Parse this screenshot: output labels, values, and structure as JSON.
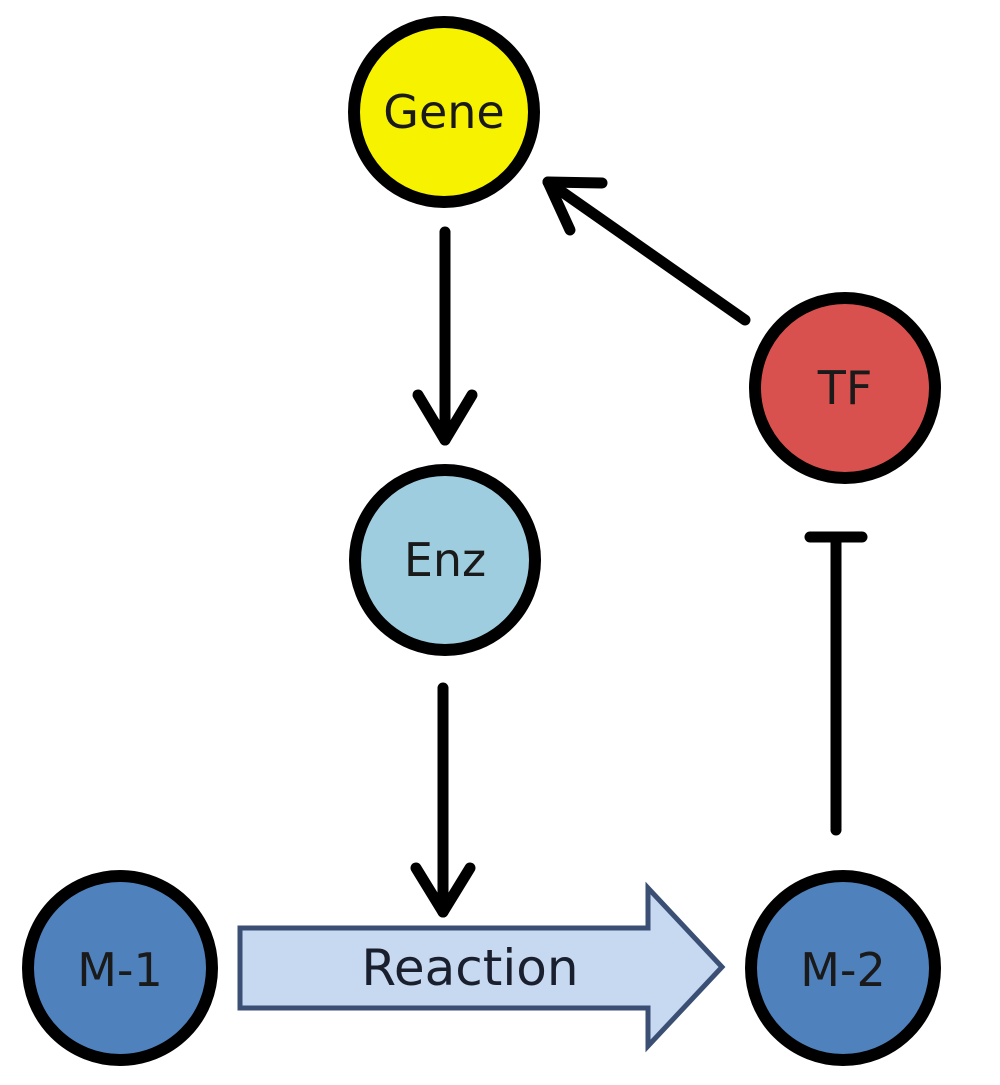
{
  "diagram": {
    "type": "regulatory-network",
    "nodes": [
      {
        "id": "gene",
        "label": "Gene",
        "fill": "#f7f200"
      },
      {
        "id": "enz",
        "label": "Enz",
        "fill": "#9fcde0"
      },
      {
        "id": "tf",
        "label": "TF",
        "fill": "#d9514e"
      },
      {
        "id": "m1",
        "label": "M-1",
        "fill": "#4f81bd"
      },
      {
        "id": "m2",
        "label": "M-2",
        "fill": "#4f81bd"
      }
    ],
    "reaction": {
      "label": "Reaction",
      "fill": "#c6d9f1",
      "stroke": "#3a4f73"
    },
    "edges": [
      {
        "from": "gene",
        "to": "enz",
        "type": "activation"
      },
      {
        "from": "tf",
        "to": "gene",
        "type": "activation"
      },
      {
        "from": "m2",
        "to": "tf",
        "type": "inhibition"
      },
      {
        "from": "enz",
        "to": "reaction",
        "type": "catalysis"
      },
      {
        "from": "m1",
        "to": "m2",
        "type": "conversion"
      }
    ]
  }
}
